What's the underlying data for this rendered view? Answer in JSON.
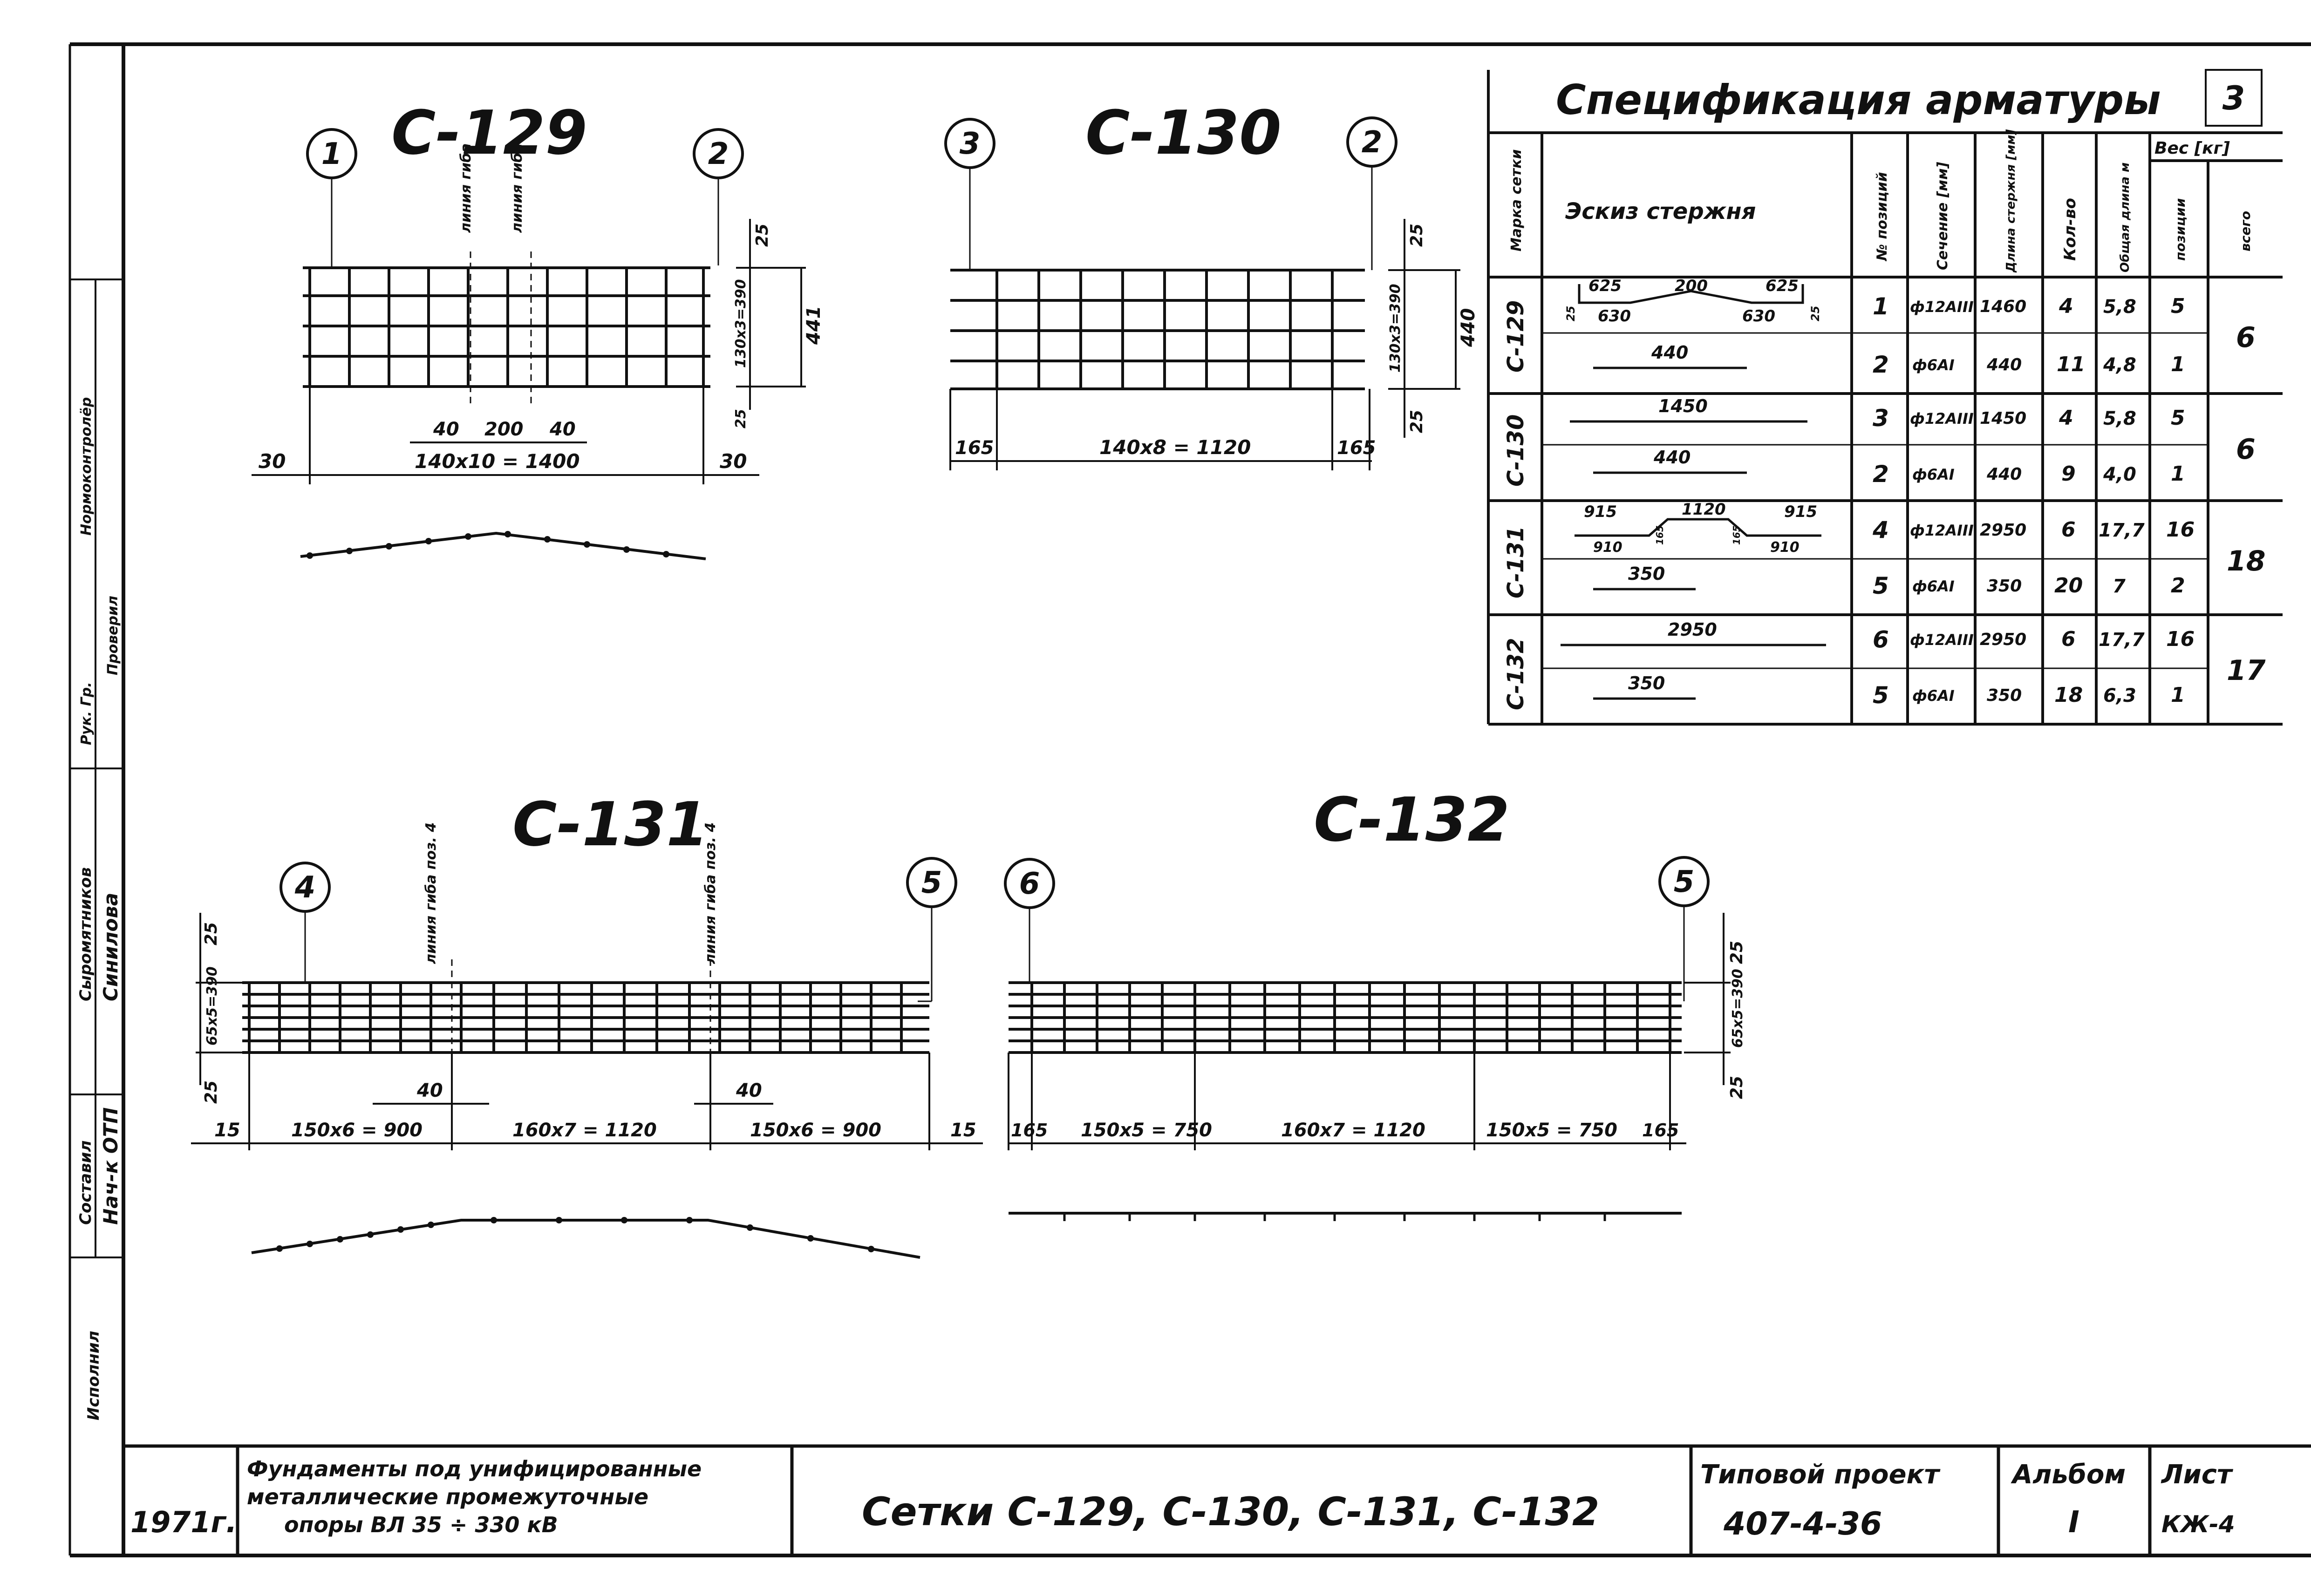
{
  "left_strip": [
    "Нач-к ОТП",
    "Синилова",
    "Сыромятников",
    "Составил",
    "Рук. Гр.",
    "Нормоконтролёр",
    "Проверил",
    "Исполнил"
  ],
  "meshes": {
    "c129": {
      "title": "С-129",
      "pos_left": "1",
      "pos_right": "2",
      "bend1": "линия гиба",
      "bend2": "линия гиба",
      "dim_top": "25",
      "dim_vert": "130х3=390",
      "dim_total": "441",
      "dim_bot": "25",
      "d40a": "40",
      "d200": "200",
      "d40b": "40",
      "edge_l": "30",
      "span": "140х10 = 1400",
      "edge_r": "30"
    },
    "c130": {
      "title": "С-130",
      "pos_left": "3",
      "pos_right": "2",
      "dim_top": "25",
      "dim_vert": "130х3=390",
      "dim_total": "440",
      "dim_bot": "25",
      "edge_l": "165",
      "span": "140х8 = 1120",
      "edge_r": "165"
    },
    "c131": {
      "title": "С-131",
      "pos_left": "4",
      "pos_right": "5",
      "bend1": "линия гиба поз. 4",
      "bend2": "линия гиба поз. 4",
      "dim_top": "25",
      "dim_vert": "65х5=390",
      "dim_bot": "25",
      "d40a": "40",
      "d40b": "40",
      "edge_l": "15",
      "s1": "150х6 = 900",
      "s2": "160х7 = 1120",
      "s3": "150х6 = 900",
      "edge_r": "15"
    },
    "c132": {
      "title": "С-132",
      "pos_left": "6",
      "pos_right": "5",
      "dim_top": "25",
      "dim_vert": "65х5=390",
      "dim_bot": "25",
      "edge_l": "165",
      "s1": "150х5 = 750",
      "s2": "160х7 = 1120",
      "s3": "150х5 = 750",
      "edge_r": "165"
    }
  },
  "spec": {
    "title": "Спецификация арматуры",
    "sheet_no": "3",
    "headers": {
      "mark": "Марка сетки",
      "sketch": "Эскиз стержня",
      "pos": "№ позиций",
      "section": "Сечение [мм]",
      "length": "Длина стержня [мм]",
      "qty": "Кол-во",
      "total_len": "Общая длина м",
      "weight": "Вес [кг]",
      "w_pos": "позиции",
      "w_all": "всего"
    },
    "sketch_labels": {
      "r1": [
        "625",
        "200",
        "625",
        "630",
        "630",
        "25",
        "25"
      ],
      "r2": "440",
      "r3": "1450",
      "r4": "440",
      "r5": [
        "915",
        "1120",
        "915",
        "910",
        "910",
        "165",
        "165"
      ],
      "r6": "350",
      "r7": "2950",
      "r8": "350"
    },
    "groups": [
      {
        "mark": "С-129",
        "total": "6"
      },
      {
        "mark": "С-130",
        "total": "6"
      },
      {
        "mark": "С-131",
        "total": "18"
      },
      {
        "mark": "С-132",
        "total": "17"
      }
    ],
    "rows": [
      {
        "pos": "1",
        "section": "ф12АIII",
        "length": "1460",
        "qty": "4",
        "total_len": "5,8",
        "w_pos": "5"
      },
      {
        "pos": "2",
        "section": "ф6АI",
        "length": "440",
        "qty": "11",
        "total_len": "4,8",
        "w_pos": "1"
      },
      {
        "pos": "3",
        "section": "ф12АIII",
        "length": "1450",
        "qty": "4",
        "total_len": "5,8",
        "w_pos": "5"
      },
      {
        "pos": "2",
        "section": "ф6АI",
        "length": "440",
        "qty": "9",
        "total_len": "4,0",
        "w_pos": "1"
      },
      {
        "pos": "4",
        "section": "ф12АIII",
        "length": "2950",
        "qty": "6",
        "total_len": "17,7",
        "w_pos": "16"
      },
      {
        "pos": "5",
        "section": "ф6АI",
        "length": "350",
        "qty": "20",
        "total_len": "7",
        "w_pos": "2"
      },
      {
        "pos": "6",
        "section": "ф12АIII",
        "length": "2950",
        "qty": "6",
        "total_len": "17,7",
        "w_pos": "16"
      },
      {
        "pos": "5",
        "section": "ф6АI",
        "length": "350",
        "qty": "18",
        "total_len": "6,3",
        "w_pos": "1"
      }
    ]
  },
  "title_block": {
    "year": "1971г.",
    "desc1": "Фундаменты под унифицированные",
    "desc2": "металлические промежуточные",
    "desc3": "опоры ВЛ 35 ÷ 330 кВ",
    "drawing": "Сетки С-129, С-130, С-131, С-132",
    "project_label": "Типовой проект",
    "project_no": "407-4-36",
    "album_label": "Альбом",
    "album_no": "I",
    "sheet_label": "Лист",
    "sheet_no": "КЖ-4"
  }
}
